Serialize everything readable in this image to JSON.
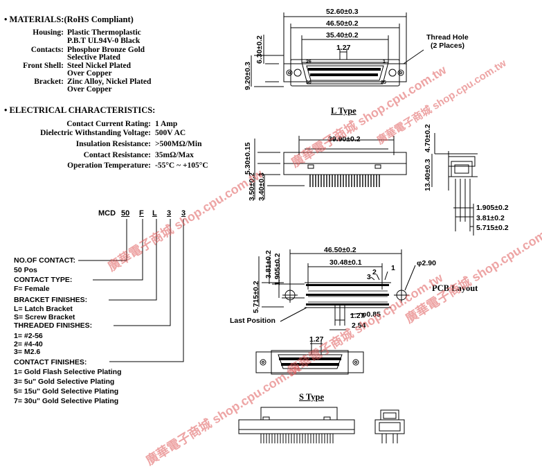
{
  "materials": {
    "heading": "MATERIALS:(RoHS Compliant)",
    "rows": [
      {
        "label": "Housing:",
        "value1": "Plastic Thermoplastic",
        "value2": "P.B.T UL94V-0 Black"
      },
      {
        "label": "Contacts:",
        "value1": "Phosphor Bronze Gold",
        "value2": "Selective Plated"
      },
      {
        "label": "Front Shell:",
        "value1": "Steel Nickel Plated",
        "value2": "Over Copper"
      },
      {
        "label": "Bracket:",
        "value1": "Zinc Alloy, Nickel Plated",
        "value2": "Over Copper"
      }
    ]
  },
  "electrical": {
    "heading": "ELECTRICAL CHARACTERISTICS:",
    "rows": [
      {
        "label": "Contact Current Rating:",
        "value": "1 Amp"
      },
      {
        "label": "Dielectric Withstanding Voltage:",
        "value": "500V AC"
      },
      {
        "label": "Insulation Resistance:",
        "value": ">500MΩ/Min"
      },
      {
        "label": "Contact Resistance:",
        "value": "35mΩ/Max"
      },
      {
        "label": "Operation Temperature:",
        "value": "-55°C ~ +105°C"
      }
    ]
  },
  "part_code": {
    "prefix": "MCD",
    "p1": "50",
    "p2": "F",
    "p3": "L",
    "p4": "3",
    "p5": "3"
  },
  "options": {
    "contact_label": "NO.OF CONTACT:",
    "contact_value": "50 Pos",
    "type_label": "CONTACT TYPE:",
    "type_value": "F= Female",
    "bracket_label": "BRACKET FINISHES:",
    "bracket_l": "L= Latch Bracket",
    "bracket_s": "S= Screw Bracket",
    "thread_label": "THREADED FINISHES:",
    "thread_1": "1= #2-56",
    "thread_2": "2= #4-40",
    "thread_3": "3= M2.6",
    "finish_label": "CONTACT FINISHES:",
    "finish_1": "1= Gold Flash Selective Plating",
    "finish_3": "3= 5u\" Gold Selective Plating",
    "finish_5": "5= 15u\" Gold Selective Plating",
    "finish_7": "7= 30u\" Gold Selective Plating"
  },
  "drawing": {
    "d_overall": "52.60±0.3",
    "d_shell": "46.50±0.2",
    "d_pins": "35.40±0.2",
    "d_pitch": "1.27",
    "d_h1": "6.30±0.2",
    "d_h2": "9.20±0.3",
    "thread_hole": "Thread Hole",
    "thread_places": "(2 Places)",
    "pin26": "26",
    "pin1": "1",
    "pin50": "50",
    "pin25": "25",
    "l_type": "L Type",
    "d_bracket": "39.90±0.2",
    "d_530": "5.30±0.15",
    "d_350": "3.50±0.2",
    "d_340": "3.40±0.3",
    "d_470": "4.70±0.2",
    "d_1340": "13.40±0.3",
    "d_1905": "1.905±0.2",
    "d_381": "3.81±0.2",
    "d_5715": "5.715±0.2",
    "pcb_465": "46.50±0.2",
    "pcb_3048": "30.48±0.1",
    "pcb_381": "3.81±0.2",
    "pcb_1905": "1.905±0.2",
    "pcb_5715": "5.715±0.2",
    "pcb_hole": "φ2.90",
    "pcb_layout": "PCB Layout",
    "pcb_n1": "1",
    "pcb_n2": "2",
    "pcb_n3": "3",
    "last_position": "Last Position",
    "pcb_127": "1.27",
    "pcb_254": "2.54",
    "pcb_085": "φ0.85",
    "bot_127": "1.27",
    "s_type": "S Type"
  },
  "watermark": "廣華電子商城 shop.cpu.com.tw"
}
